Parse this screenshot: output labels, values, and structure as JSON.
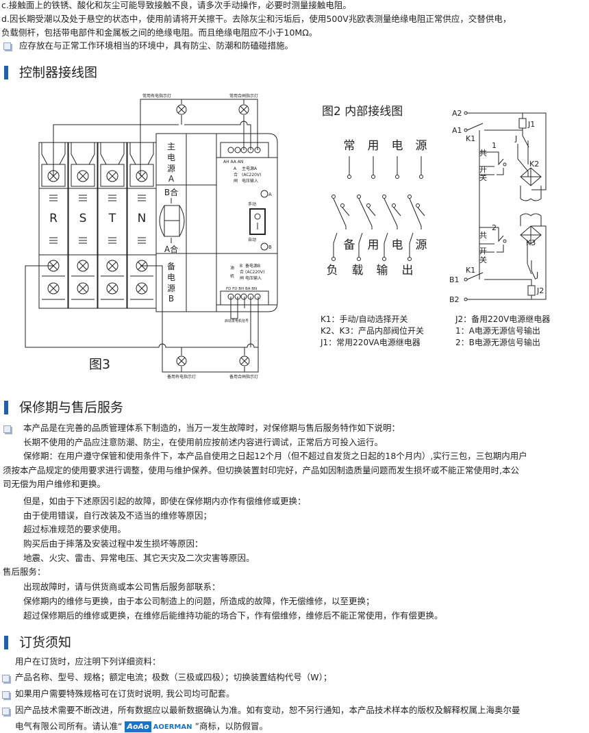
{
  "top_notes": {
    "c": "c.接触面上的铁锈、酸化和灰尘可能导致接触不良，请多次手动操作，必要时测量接触电阻。",
    "d1": "d.因长期受潮以及处于悬空的状态中，使用前请将开关擦干。去除灰尘和污垢后，使用500V兆欧表测量绝缘电阻正常供应，交替供电，",
    "d2": "负载侧杆，包括带电部件和金属板之间的绝缘电阻。而且绝缘电阻应不小于10MΩ。",
    "bullet": "应存放在与正常工作环境相当的环境中，具有防尘、防潮和防磕碰措施。"
  },
  "section_wiring": {
    "title": "控制器接线图",
    "fig3": {
      "caption": "图3",
      "lamp_top_left": "常用有电指示灯",
      "lamp_top_right": "常用合闸指示灯",
      "lamp_bottom_left": "备用有电指示灯",
      "lamp_bottom_right": "备用合闸指示灯",
      "poles": [
        "R",
        "S",
        "T",
        "N"
      ],
      "main_source": [
        "主",
        "电",
        "源",
        "A"
      ],
      "backup_source": [
        "备",
        "电",
        "源",
        "B"
      ],
      "b_close": "B合",
      "a_close": "A合",
      "top_terminals": "AH  AA  AN",
      "a_close_vertical": [
        "A",
        "合",
        "闸"
      ],
      "a_input": [
        "主电源A",
        "(AC220V)",
        "电压输入"
      ],
      "manual": "手动",
      "auto": "自动",
      "ind_a": "A",
      "ind_b": "B",
      "b_close_vertical": [
        "B",
        "合",
        "闸"
      ],
      "b_input": [
        "备电源B",
        "(AC220V)",
        "电压输入"
      ],
      "generator": [
        "油",
        "机"
      ],
      "bottom_terminals": "FD  FD  BH  BA  BN",
      "gen_signal": "启动发电机信号"
    },
    "fig2": {
      "title": "图2 内部接线图",
      "normal_source": [
        "常",
        "用",
        "电",
        "源"
      ],
      "backup_source": [
        "备",
        "用",
        "电",
        "源"
      ],
      "load_output": [
        "负",
        "载",
        "输",
        "出"
      ],
      "schematic": {
        "a2": "A2",
        "a1": "A1",
        "k1_top": "K1",
        "j1": "J1",
        "j_top": "J",
        "out1": "1",
        "com1": "共",
        "open1": "开",
        "close1": "关",
        "k2": "K2",
        "out2": "2",
        "com2": "共",
        "open2": "开",
        "close2": "关",
        "k3": "K3",
        "j_bottom": "J",
        "k1_bottom": "K1",
        "b1": "B1",
        "b2": "B2",
        "j2": "J2"
      },
      "legend": [
        "K1：手动/自动选择开关",
        "K2、K3：产品内部阀位开关",
        "J1：常用220VA电源继电器",
        "J2：备用220V电源继电器",
        "1：A电源无源信号输出",
        "2：B电源无源信号输出"
      ]
    }
  },
  "section_warranty": {
    "title": "保修期与售后服务",
    "lines": [
      "本产品是在完善的品质管理体系下制造的，当万一发生故障时，对保修期与售后服务特作如下说明：",
      "长期不使用的产品应注意防潮、防尘，在使用前应按前述内容进行调试，正常后方可投入运行。",
      "保修期：在用户遵守保管和使用条件下，本产品自使用之日起12个月（但不超过自发货之日起的18个月内）,实行三包，三包期内用户",
      "须按本产品规定的使用要求进行调整，使用与维护保养。但切换装置封印完好，产品如因制造质量问题而发生损坏或不能正常使用时,本公",
      "司无偿为用户维修和更换。",
      "但是，如由于下述原因引起的故障，即使在保修期内亦作有偿维修或更换：",
      "由于使用错误，自行改装及不适当的维修等原因；",
      "超过标准规范的要求使用。",
      "购买后由于摔落及安装过程中发生损坏等原因：",
      "地震、火灾、雷击、异常电压、其它天灾及二次灾害等原因。",
      "售后服务：",
      "出现故障时，请与供货商或本公司售后服务部联系：",
      "保修期内的维修与更换，由于本公司制造上的问题，所造成的故障，作无偿维修，以至更换；",
      "超过保修期后的维修或更换，在维修后能维持功能的场合下，作有偿维修，维修后不能正常使用，作有偿更换。"
    ]
  },
  "section_order": {
    "title": "订货须知",
    "intro": "用户在订货时，应注明下列详细资料：",
    "items": [
      "产品名称、型号、规格；额定电流；极数（三极或四极）；切换装置结构代号（W）；",
      "如果用户需要特殊规格可在订货时说明, 我公司均可配套。",
      "因产品技术需要不断改进，所有数据应以最新数据确认为准。如有变动，恕不另行通知，本产品技术样本的版权及解释权属上海奥尔曼"
    ],
    "last_line_prefix": "电气有限公司所有。请认准“",
    "logo_mark": "AoAo",
    "logo_word": "AOERMAN",
    "last_line_suffix": "”商标，以防假冒。"
  },
  "colors": {
    "accent": "#1f5fb0",
    "logo": "#1a73c9"
  }
}
